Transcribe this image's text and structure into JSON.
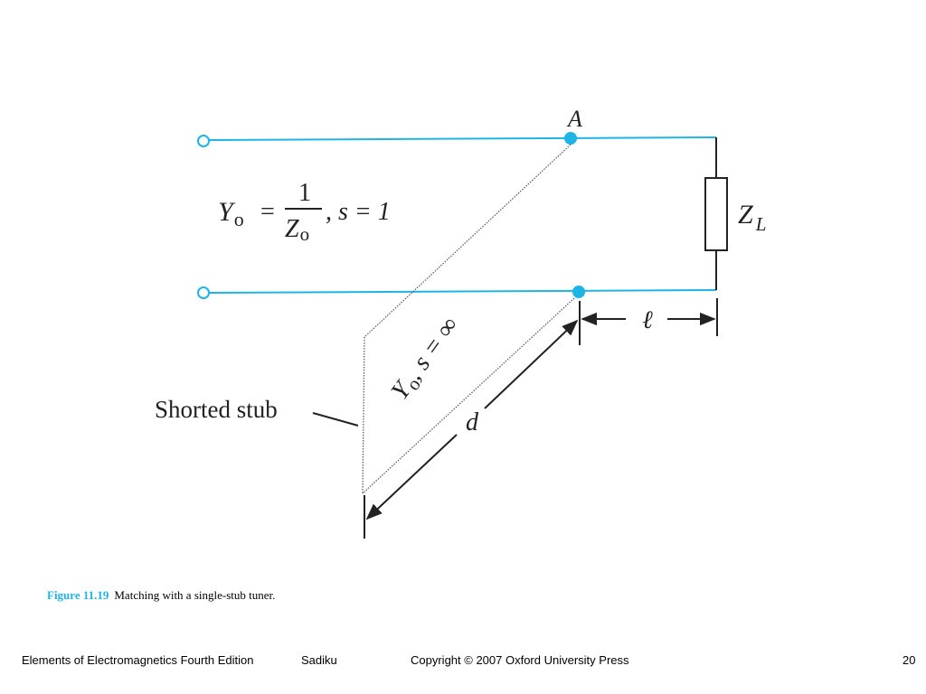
{
  "diagram": {
    "point_label": "A",
    "load_label_main": "Z",
    "load_label_sub": "L",
    "line_eq_y": "Y",
    "line_eq_y_sub": "o",
    "line_eq_equals": "=",
    "line_eq_num": "1",
    "line_eq_den": "Z",
    "line_eq_den_sub": "o",
    "line_eq_rest": ", s = 1",
    "stub_eq_y": "Y",
    "stub_eq_sub": "o",
    "stub_eq_rest": ", s = ∞",
    "stub_label": "Shorted stub",
    "distance_label": "d",
    "length_label": "ℓ"
  },
  "caption": {
    "figure_label": "Figure 11.19",
    "text": "Matching with a single-stub tuner."
  },
  "footer": {
    "book": "Elements of Electromagnetics Fourth Edition",
    "author": "Sadiku",
    "copyright": "Copyright © 2007 Oxford University Press",
    "page": "20"
  },
  "colors": {
    "line": "#1eb4e6",
    "ink": "#222222"
  }
}
